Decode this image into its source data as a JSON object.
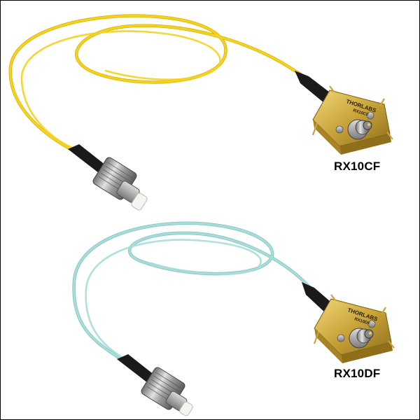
{
  "products": [
    {
      "label": "RX10CF",
      "fiber_color": "#f5d21f",
      "fiber_shade": "#d9b000",
      "housing_brand": "THORLABS",
      "housing_model": "RX10CF"
    },
    {
      "label": "RX10DF",
      "fiber_color": "#a8dcd8",
      "fiber_shade": "#7fc2bd",
      "housing_brand": "THORLABS",
      "housing_model": "RX10DF"
    }
  ],
  "colors": {
    "background": "#ffffff",
    "border": "#000000",
    "gold_housing": "#c9a43a",
    "gold_dark": "#8f6f1a",
    "connector_silver": "#b8b8b8",
    "boot_black": "#1a1a1a"
  }
}
